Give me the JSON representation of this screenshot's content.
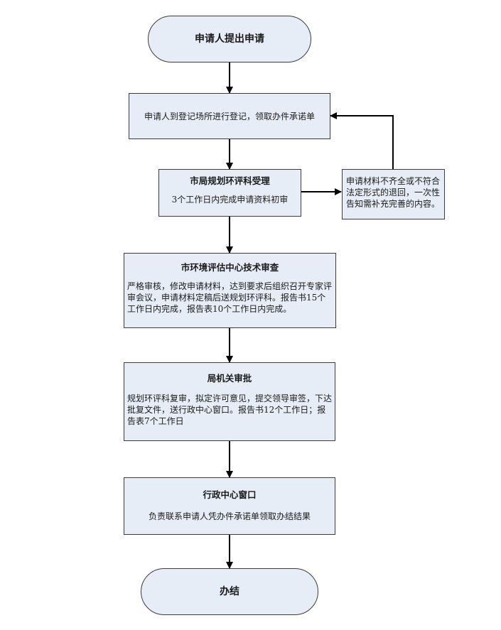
{
  "start": {
    "label": "申请人提出申请"
  },
  "register": {
    "text": "申请人到登记场所进行登记，领取办件承诺单"
  },
  "accept": {
    "title": "市局规划环评科受理",
    "text": "3个工作日内完成申请资料初审"
  },
  "reject": {
    "text": "申请材料不齐全或不符合法定形式的退回，一次性告知需补充完善的内容。"
  },
  "review": {
    "title": "市环境评估中心技术审查",
    "text": "严格审核，修改申请材料，达到要求后组织召开专家评审会议，申请材料定稿后送规划环评科。报告书15个工作日内完成，报告表10个工作日内完成。"
  },
  "approve": {
    "title": "局机关审批",
    "text": "规划环评科复审，拟定许可意见，提交领导审签，下达批复文件，送行政中心窗口。报告书12个工作日；报告表7个工作日"
  },
  "window": {
    "title": "行政中心窗口",
    "text": "负责联系申请人凭办件承诺单领取办结结果"
  },
  "end": {
    "label": "办结"
  },
  "colors": {
    "fill": "#e7edf6",
    "stroke": "#3c3c3c",
    "arrow": "#000000"
  }
}
